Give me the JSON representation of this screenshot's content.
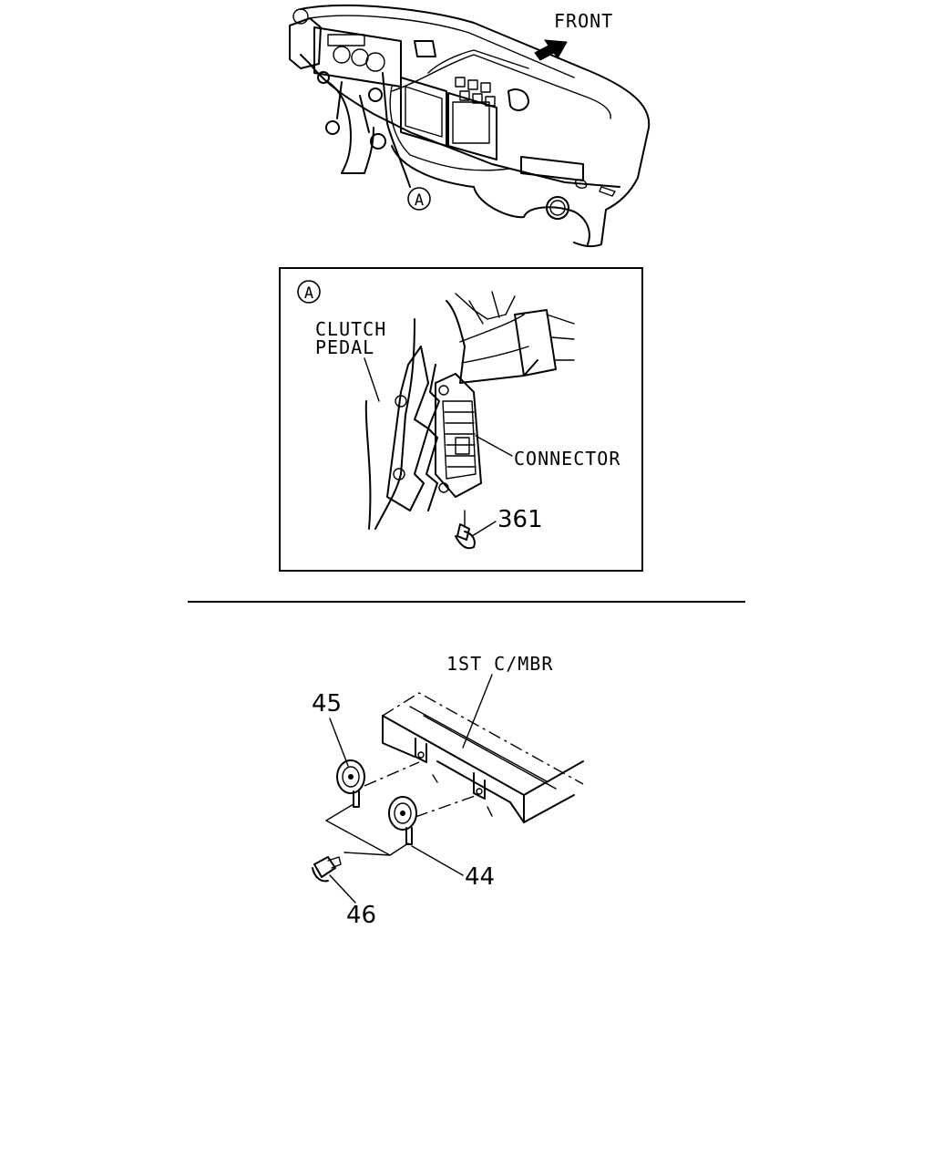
{
  "top_view": {
    "front_label": "FRONT",
    "callout": "A"
  },
  "detail_a": {
    "callout": "A",
    "clutch_pedal_line1": "CLUTCH",
    "clutch_pedal_line2": "PEDAL",
    "connector_label": "CONNECTOR",
    "part_number": "361"
  },
  "bottom_view": {
    "member_label": "1ST C/MBR",
    "part_45": "45",
    "part_44": "44",
    "part_46": "46"
  }
}
